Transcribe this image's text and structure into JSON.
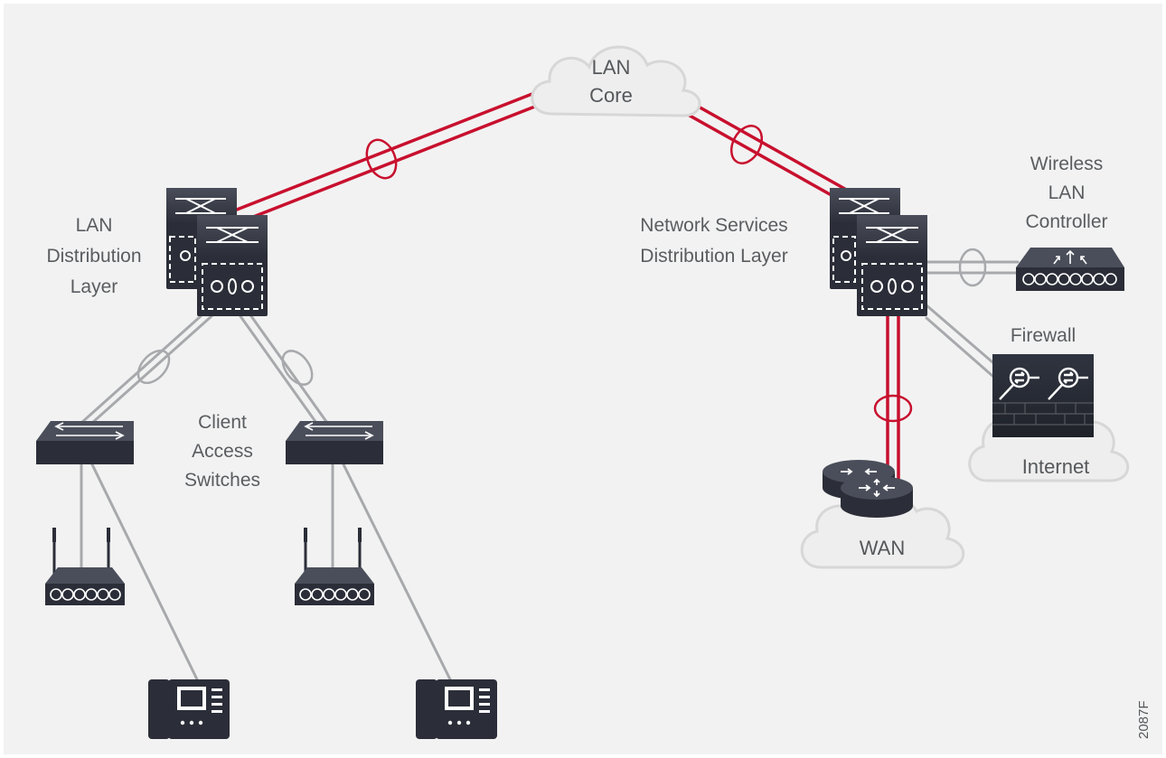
{
  "labels": {
    "lan_core": [
      "LAN",
      "Core"
    ],
    "lan_distribution": [
      "LAN",
      "Distribution",
      "Layer"
    ],
    "network_services": [
      "Network Services",
      "Distribution Layer"
    ],
    "wlc": [
      "Wireless",
      "LAN",
      "Controller"
    ],
    "firewall": "Firewall",
    "internet": "Internet",
    "wan": "WAN",
    "client_access": [
      "Client",
      "Access",
      "Switches"
    ]
  },
  "figure_id": "2087F",
  "colors": {
    "red_link": "#c8102e",
    "gray_link": "#a7a9ac",
    "device_dark": "#2b2e38",
    "cloud_fill": "#eeeeee",
    "cloud_stroke": "#d7d7d7",
    "panel": "#f2f2f2"
  },
  "icons": [
    "distribution-switch-icon",
    "access-switch-icon",
    "access-point-icon",
    "ip-phone-icon",
    "wlc-icon",
    "firewall-icon",
    "router-icon",
    "cloud-icon"
  ]
}
